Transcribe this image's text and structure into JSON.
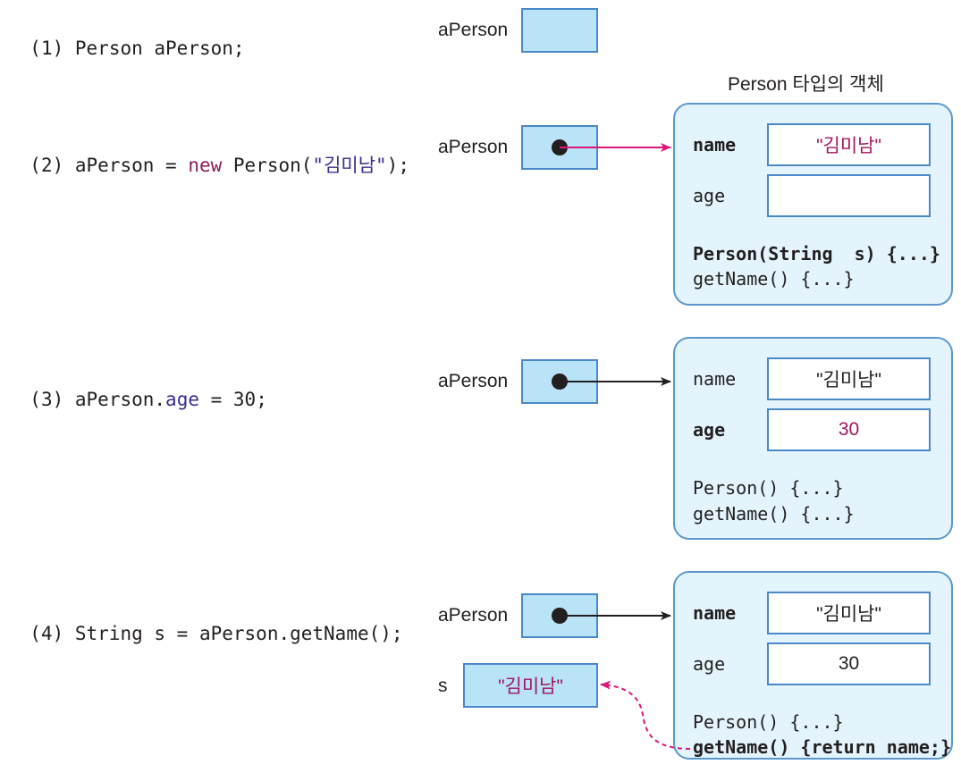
{
  "steps": [
    {
      "num": "(1)",
      "code_pre": "Person aPerson;"
    },
    {
      "num": "(2)",
      "code_pre": "aPerson = ",
      "code_kw": "new",
      "code_mid": " Person(",
      "code_str": "\"김미남\"",
      "code_post": ");"
    },
    {
      "num": "(3)",
      "code_pre": "aPerson.",
      "code_field": "age",
      "code_post": " = 30;"
    },
    {
      "num": "(4)",
      "code_pre": "String s = aPerson.getName();"
    }
  ],
  "var_label": "aPerson",
  "s_label": "s",
  "s_value": "\"김미남\"",
  "object_caption": "Person 타입의 객체",
  "objects": [
    {
      "name_label": "name",
      "name_value": "\"김미남\"",
      "age_label": "age",
      "age_value": "",
      "method1": "Person(String  s) {...}",
      "method2": "getName() {...}"
    },
    {
      "name_label": "name",
      "name_value": "\"김미남\"",
      "age_label": "age",
      "age_value": "30",
      "method1": "Person() {...}",
      "method2": "getName() {...}"
    },
    {
      "name_label": "name",
      "name_value": "\"김미남\"",
      "age_label": "age",
      "age_value": "30",
      "method1": "Person() {...}",
      "method2": "getName() {return name;}"
    }
  ],
  "colors": {
    "ref_fill": "#b9e3f7",
    "object_fill": "#e3f4fc",
    "highlight_arrow": "#e0157a",
    "arrow": "#231f20"
  }
}
